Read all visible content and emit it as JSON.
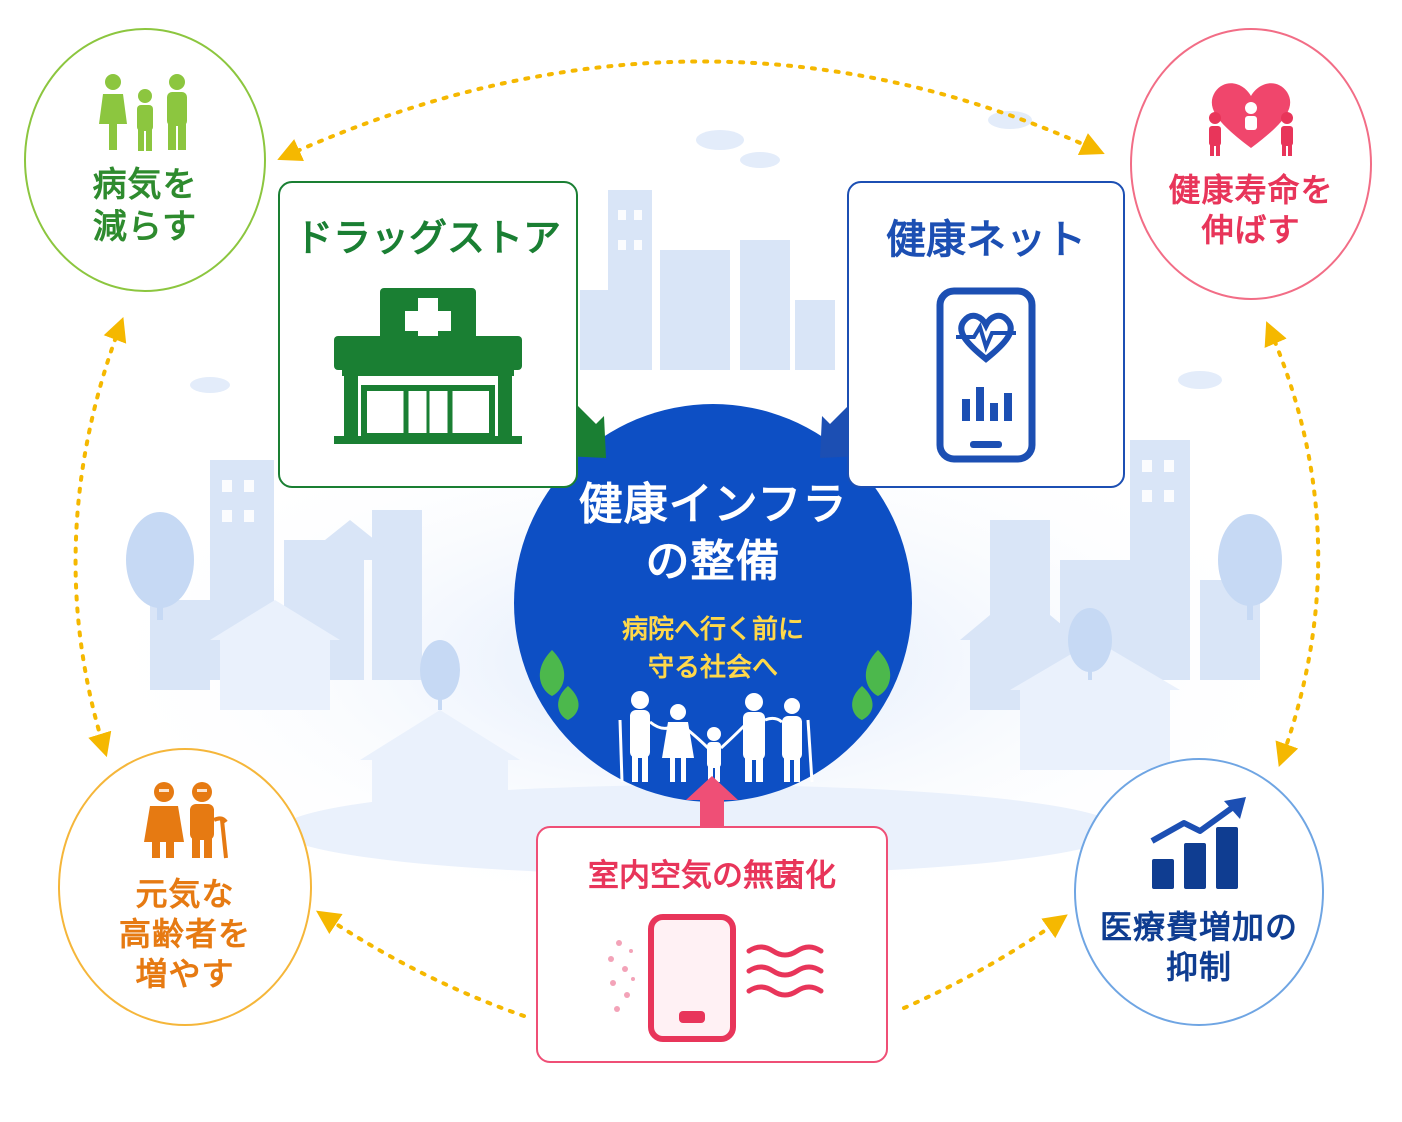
{
  "center": {
    "title": "健康インフラ\nの整備",
    "subtitle": "病院へ行く前に\n守る社会へ"
  },
  "sources": {
    "drugstore": {
      "label": "ドラッグストア",
      "icon": "pharmacy-store-icon",
      "color": "#1a7f33"
    },
    "health_net": {
      "label": "健康ネット",
      "icon": "smartphone-heart-icon",
      "color": "#1c4fb3"
    },
    "air": {
      "label": "室内空気の無菌化",
      "icon": "air-purifier-icon",
      "color": "#e8355a"
    }
  },
  "goals": {
    "reduce_illness": {
      "label": "病気を\n減らす",
      "icon": "family-icon",
      "color": "#2e8b2e"
    },
    "longevity": {
      "label": "健康寿命を\n伸ばす",
      "icon": "heart-family-icon",
      "color": "#e8355a"
    },
    "elderly": {
      "label": "元気な\n高齢者を\n増やす",
      "icon": "elderly-couple-icon",
      "color": "#e67a12"
    },
    "cost": {
      "label": "医療費増加の\n抑制",
      "icon": "rising-chart-icon",
      "color": "#0f3d91"
    }
  },
  "colors": {
    "center": "#0d4fc4",
    "cycle_arrow": "#f5b800",
    "subtitle": "#ffd84a"
  }
}
